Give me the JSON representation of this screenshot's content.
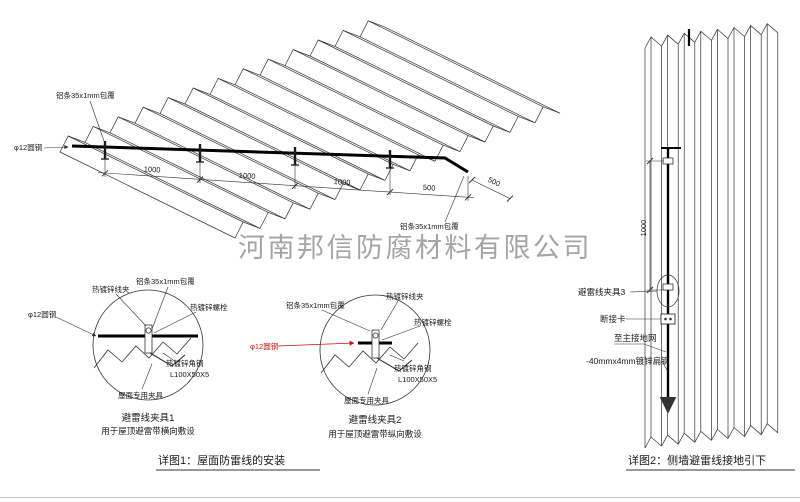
{
  "watermark": "河南邦信防腐材料有限公司",
  "colors": {
    "line": "#333333",
    "red": "#cc1111",
    "watermark_gray": "#8f8f8f"
  },
  "roof_plan": {
    "strip_label_left": "铝条35x1mm包覆",
    "strip_label_right": "铝条35x1mm包覆",
    "rod_label": "φ12圆钢",
    "dims": [
      "1000",
      "1000",
      "1000",
      "500",
      "500"
    ]
  },
  "clamp_detail_1": {
    "title": "避雷线夹具1",
    "subtitle": "用于屋顶避雷带横向敷设",
    "labels": {
      "wire_clamp": "热镀锌线夹",
      "strip": "铝条35x1mm包覆",
      "bolt": "热镀锌螺栓",
      "rod": "φ12圆钢",
      "angle_steel": "热镀锌角钢",
      "angle_spec": "L100X50X5",
      "fixture": "屋面专用夹具"
    }
  },
  "clamp_detail_2": {
    "title": "避雷线夹具2",
    "subtitle": "用于屋顶避雷带纵向敷设",
    "labels": {
      "wire_clamp": "热镀锌线夹",
      "strip": "铝条35x1mm包覆",
      "bolt": "热镀锌螺栓",
      "rod": "φ12圆钢",
      "angle_steel": "热镀锌角钢",
      "angle_spec": "L100X50X5",
      "fixture": "屋面专用夹具"
    }
  },
  "wall_detail": {
    "dim": "1000",
    "labels": {
      "clamp3": "避雷线夹具3",
      "disconnect": "断接卡",
      "to_ground": "至主接地网",
      "flat_steel": "-40mmx4mm镀锌扁钢"
    }
  },
  "captions": {
    "detail1": "详图1：屋面防雷线的安装",
    "detail2": "详图2：侧墙避雷线接地引下"
  }
}
